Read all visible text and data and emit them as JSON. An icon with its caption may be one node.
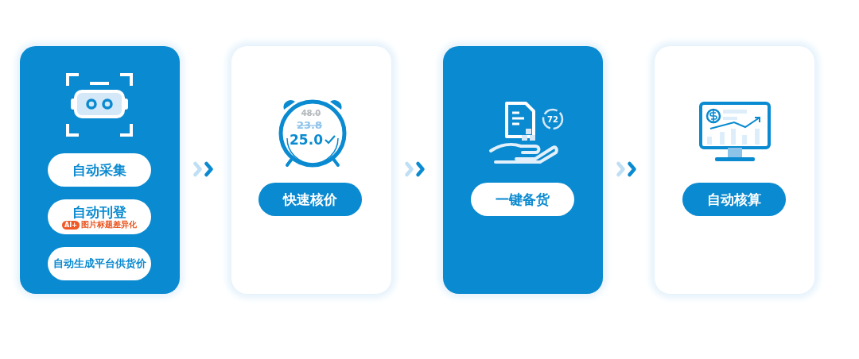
{
  "diagram": {
    "nodes": [
      {
        "text": [],
        "shape": "box"
      },
      {
        "text": [
          "自动采集"
        ],
        "in": 0
      },
      {
        "text": [
          "自动刊登",
          "图片标题差异化"
        ],
        "in": 0
      },
      {
        "text": [
          "AI+"
        ],
        "in": 2
      },
      {
        "text": [
          "自动生成平台供货价"
        ],
        "in": 0
      },
      {
        "text": [],
        "shape": "box"
      },
      {
        "text": [
          "快速核价"
        ],
        "in": 5
      },
      {
        "text": [],
        "shape": "box"
      },
      {
        "text": [
          "一键备货"
        ],
        "in": 7
      },
      {
        "text": [],
        "shape": "box"
      },
      {
        "text": [
          "自动核算"
        ],
        "in": 9
      }
    ],
    "edges": [
      {
        "from": 0,
        "to": 5,
        "arrow": "to"
      },
      {
        "from": 5,
        "to": 7,
        "arrow": "to"
      },
      {
        "from": 7,
        "to": 9,
        "arrow": "to"
      }
    ],
    "labels": [
      "48.0",
      "23.8",
      "25.0",
      "72"
    ]
  }
}
